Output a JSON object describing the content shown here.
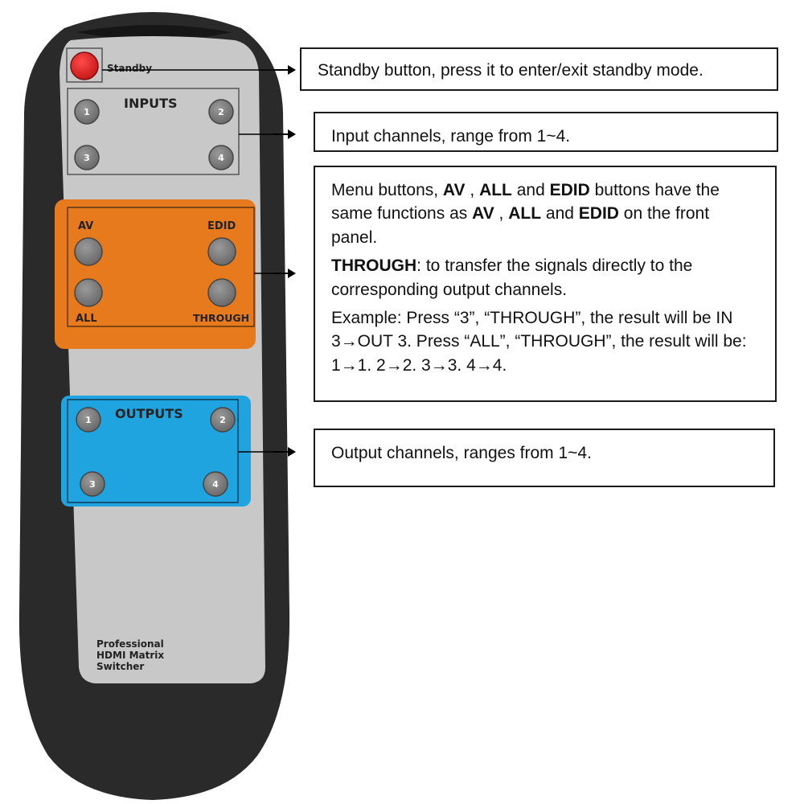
{
  "remote": {
    "standby_label": "Standby",
    "inputs_title": "INPUTS",
    "input_buttons": [
      "1",
      "2",
      "3",
      "4"
    ],
    "menu": {
      "av": "AV",
      "edid": "EDID",
      "all": "ALL",
      "through": "THROUGH"
    },
    "outputs_title": "OUTPUTS",
    "output_buttons": [
      "1",
      "2",
      "3",
      "4"
    ],
    "branding": [
      "Professional",
      "HDMI Matrix",
      "Switcher"
    ]
  },
  "callouts": {
    "standby": "Standby button, press it to enter/exit standby mode.",
    "inputs": "Input channels, range from 1~4.",
    "menu": {
      "p1_a": "Menu buttons, ",
      "p1_av": "AV",
      "p1_b": " , ",
      "p1_all": "ALL",
      "p1_c": " and ",
      "p1_edid": "EDID",
      "p1_d": " buttons have the same functions as ",
      "p1_av2": "AV",
      "p1_e": " , ",
      "p1_all2": "ALL",
      "p1_f": " and ",
      "p1_edid2": "EDID",
      "p1_g": " on the front panel.",
      "p2_through": "THROUGH",
      "p2_rest": ": to transfer the signals directly to the corresponding output channels.",
      "p3": "Example: Press “3”, “THROUGH”, the result will be IN 3→OUT 3. Press “ALL”, “THROUGH”, the result will be: 1→1. 2→2. 3→3. 4→4."
    },
    "outputs": "Output channels, ranges from 1~4."
  },
  "colors": {
    "body_outer": "#2a2a2a",
    "face": "#c8c8c8",
    "standby_red": "#e02828",
    "menu_orange": "#e87a1e",
    "outputs_blue": "#1fa4e0",
    "button_gray": "#808080"
  }
}
